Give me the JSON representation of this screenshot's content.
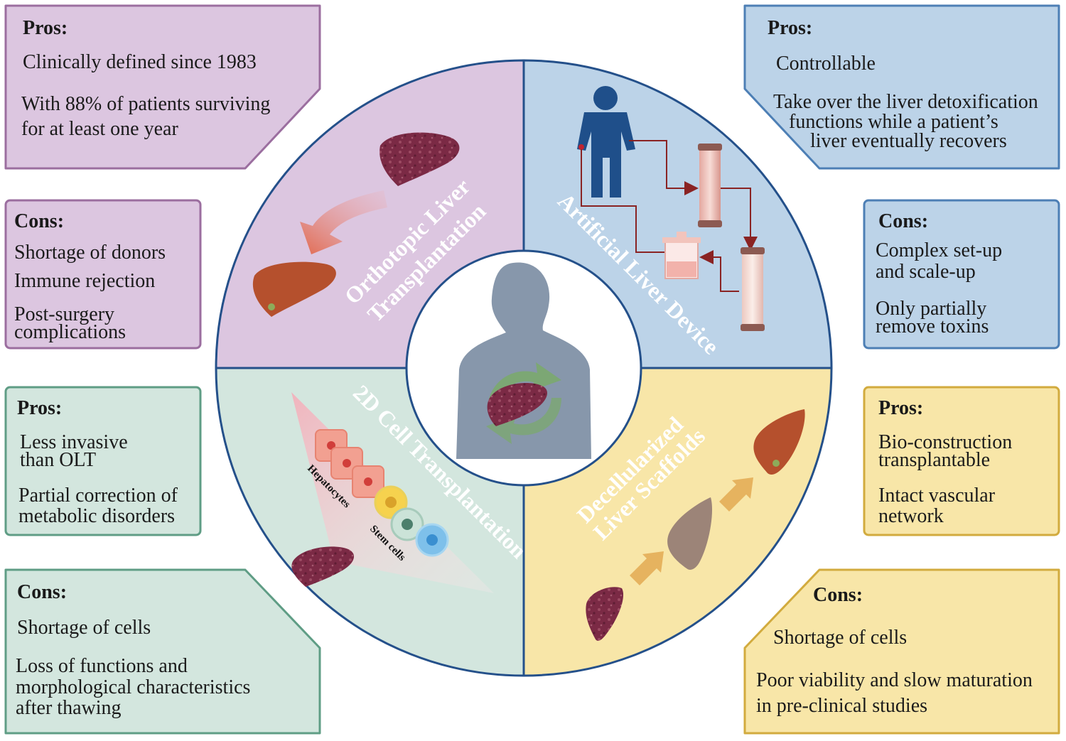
{
  "colors": {
    "purple_fill": "#dcc6e0",
    "purple_stroke": "#9b6e9f",
    "blue_fill": "#bcd3e8",
    "blue_stroke": "#4d7fb5",
    "green_fill": "#d3e6de",
    "green_stroke": "#5f9d85",
    "yellow_fill": "#f8e6a8",
    "yellow_stroke": "#d2ab3e",
    "ring_stroke": "#24508a",
    "liver_dark": "#7b2a45",
    "liver_healthy": "#b5502d",
    "silhouette": "#8797ab"
  },
  "quadrants": {
    "olt": "Orthotopic Liver Transplantation",
    "artificial": "Artificial Liver Device",
    "cell": "2D Cell Transplantation",
    "scaffold": "Decellularized Liver Scaffolds"
  },
  "cell_labels": {
    "hepatocytes": "Hepatocytes",
    "stem_cells": "Stem cells"
  },
  "boxes": {
    "olt_pros": {
      "title": "Pros:",
      "lines": [
        "Clinically defined since 1983",
        "With 88% of patients surviving",
        "for at least one year"
      ]
    },
    "olt_cons": {
      "title": "Cons:",
      "lines": [
        "Shortage of donors",
        "Immune rejection",
        "Post-surgery",
        "complications"
      ]
    },
    "ald_pros": {
      "title": "Pros:",
      "lines": [
        "Controllable",
        "Take over the liver detoxification",
        "functions while a patient’s",
        "liver eventually recovers"
      ]
    },
    "ald_cons": {
      "title": "Cons:",
      "lines": [
        "Complex set-up",
        "and scale-up",
        "Only partially",
        "remove toxins"
      ]
    },
    "cell_pros": {
      "title": "Pros:",
      "lines": [
        "Less invasive",
        "than OLT",
        "Partial correction of",
        "metabolic disorders"
      ]
    },
    "cell_cons": {
      "title": "Cons:",
      "lines": [
        "Shortage of cells",
        "Loss of functions and",
        "morphological characteristics",
        "after thawing"
      ]
    },
    "scaf_pros": {
      "title": "Pros:",
      "lines": [
        "Bio-construction",
        "transplantable",
        "Intact vascular",
        "network"
      ]
    },
    "scaf_cons": {
      "title": "Cons:",
      "lines": [
        "Shortage of cells",
        "Poor viability and slow maturation",
        "in pre-clinical studies"
      ]
    }
  }
}
